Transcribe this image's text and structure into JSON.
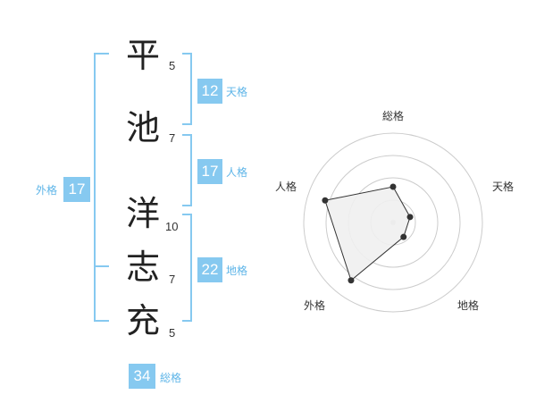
{
  "name_chars": [
    {
      "char": "平",
      "strokes": "5"
    },
    {
      "char": "池",
      "strokes": "7"
    },
    {
      "char": "洋",
      "strokes": "10"
    },
    {
      "char": "志",
      "strokes": "7"
    },
    {
      "char": "充",
      "strokes": "5"
    }
  ],
  "badges": {
    "tenkaku": {
      "value": "12",
      "label": "天格"
    },
    "jinkaku": {
      "value": "17",
      "label": "人格"
    },
    "chikaku": {
      "value": "22",
      "label": "地格"
    },
    "gaikaku": {
      "value": "17",
      "label": "外格"
    },
    "soukaku": {
      "value": "34",
      "label": "総格"
    }
  },
  "colors": {
    "bracket": "#86c9f0",
    "badge": "#86c9f0",
    "badge_label": "#5eb5e8",
    "radar_fill": "#f0f0f0"
  },
  "chart_data": {
    "type": "radar",
    "axes": [
      "総格",
      "天格",
      "地格",
      "外格",
      "人格"
    ],
    "values": [
      2,
      1,
      1,
      4,
      4
    ],
    "max": 5
  }
}
